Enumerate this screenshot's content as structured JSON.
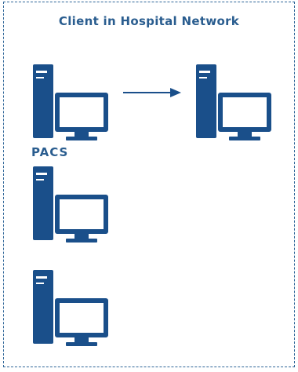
{
  "diagram": {
    "title": "Client in Hospital Network",
    "pacs_label": "PACS",
    "colors": {
      "border": "#2e6598",
      "text": "#2a5d8f",
      "icon": "#1a4f8a",
      "icon_screen": "#ffffff"
    },
    "nodes": [
      {
        "id": "client-workstation",
        "icon": "computer-icon"
      },
      {
        "id": "remote-workstation",
        "icon": "computer-icon"
      },
      {
        "id": "pacs-workstation-1",
        "icon": "computer-icon"
      },
      {
        "id": "pacs-workstation-2",
        "icon": "computer-icon"
      }
    ],
    "edges": [
      {
        "from": "client-workstation",
        "to": "remote-workstation",
        "icon": "arrow-right-icon"
      }
    ]
  }
}
